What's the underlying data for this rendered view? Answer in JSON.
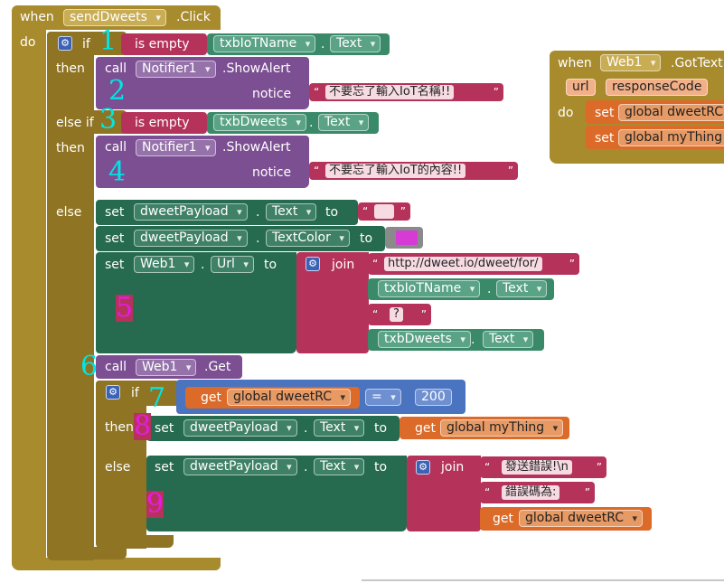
{
  "event": {
    "when": "when",
    "component": "sendDweets",
    "event_name": ".Click",
    "do": "do"
  },
  "if_block": {
    "if_word": "if",
    "then_word": "then",
    "elseif_word": "else if",
    "else_word": "else",
    "is_empty": "is empty",
    "dot": ".",
    "to": "to",
    "set": "set",
    "call": "call",
    "join": "join",
    "get": "get",
    "notice": "notice"
  },
  "cond1": {
    "component": "txbIoTName",
    "property": "Text"
  },
  "alert1": {
    "component": "Notifier1",
    "method": ".ShowAlert",
    "message": "不要忘了輸入IoT名稱!!"
  },
  "cond2": {
    "component": "txbDweets",
    "property": "Text"
  },
  "alert2": {
    "component": "Notifier1",
    "method": ".ShowAlert",
    "message": "不要忘了輸入IoT的內容!!"
  },
  "set_payload_text": {
    "component": "dweetPayload",
    "property": "Text",
    "value": ""
  },
  "set_payload_color": {
    "component": "dweetPayload",
    "property": "TextColor",
    "color": "#d63bd6"
  },
  "set_url": {
    "component": "Web1",
    "property": "Url",
    "part1": "http://dweet.io/dweet/for/",
    "part2_component": "txbIoTName",
    "part2_property": "Text",
    "part3": "?",
    "part4_component": "txbDweets",
    "part4_property": "Text"
  },
  "web_get": {
    "component": "Web1",
    "method": ".Get"
  },
  "inner_if": {
    "variable": "global dweetRC",
    "operator": "=",
    "number": "200"
  },
  "inner_then": {
    "component": "dweetPayload",
    "property": "Text",
    "variable": "global myThing"
  },
  "inner_else": {
    "component": "dweetPayload",
    "property": "Text",
    "part1": "發送錯誤!\\n",
    "part2": "錯誤碼為:",
    "variable": "global dweetRC"
  },
  "gottext": {
    "when": "when",
    "component": "Web1",
    "event_name": ".GotText",
    "param1": "url",
    "param2": "responseCode",
    "do": "do",
    "set1": "global dweetRC",
    "set2": "global myThing"
  },
  "step_numbers": [
    "1",
    "2",
    "3",
    "4",
    "5",
    "6",
    "7",
    "8",
    "9"
  ]
}
